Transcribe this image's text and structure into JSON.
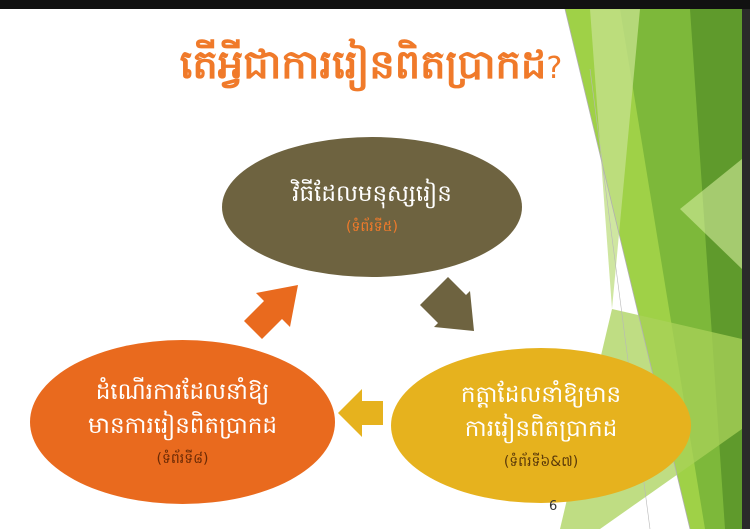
{
  "slide": {
    "title": "តើអ្វីជាការរៀនពិតប្រាកដ",
    "title_mark": "?",
    "page_number": "6"
  },
  "cycle": {
    "top": {
      "text": "វិធីដែលមនុស្សរៀន",
      "page_ref": "(ទំព័រទី៥)"
    },
    "right": {
      "line1": "កត្តាដែលនាំឱ្យមាន",
      "line2": "ការរៀនពិតប្រាកដ",
      "page_ref": "(ទំព័រទី៦&៧)"
    },
    "left": {
      "line1": "ដំណើរការដែលនាំឱ្យ",
      "line2": "មានការរៀនពិតប្រាកដ",
      "page_ref": "(ទំព័រទី៨)"
    }
  },
  "colors": {
    "title": "#f07a2a",
    "top_bubble": "#6e6340",
    "right_bubble": "#e6b21e",
    "left_bubble": "#e96a1e",
    "accent_green": "#8cc43c"
  }
}
